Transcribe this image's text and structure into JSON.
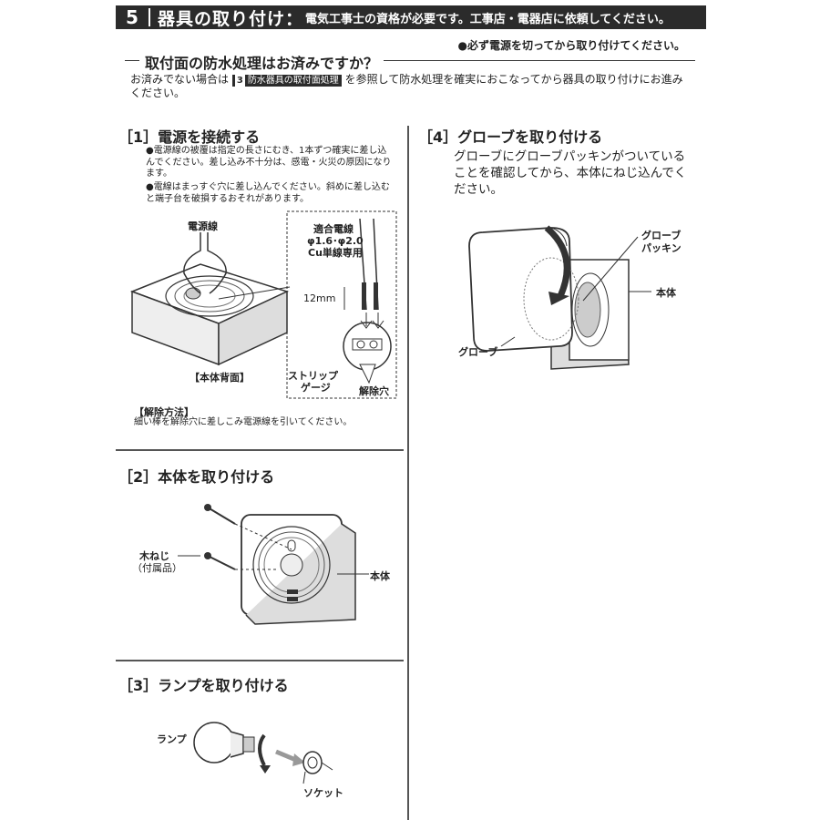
{
  "header": {
    "number": "5",
    "title": "器具の取り付け：",
    "subtitle": "電気工事士の資格が必要です。工事店・電器店に依頼してください。"
  },
  "power_warning": "●必ず電源を切ってから取り付けてください。",
  "waterproof": {
    "question": "取付面の防水処理はお済みですか？",
    "text_before": "お済みでない場合は",
    "ref_number": "3",
    "ref_label": "防水器具の取付面処理",
    "text_after": "を参照して防水処理を確実におこなってから器具の取り付けにお進みください。"
  },
  "step1": {
    "title": "［1］電源を接続する",
    "notes": [
      "●電源線の被覆は指定の長さにむき、1本ずつ確実に差し込んでください。差し込み不十分は、感電・火災の原因になります。",
      "●電線はまっすぐ穴に差し込んでください。斜めに差し込むと端子台を破損するおそれがあります。"
    ],
    "label_power_wire": "電源線",
    "label_suitable_wire_1": "適合電線",
    "label_suitable_wire_2": "φ1.6･φ2.0",
    "label_suitable_wire_3": "Cu単線専用",
    "label_12mm": "12mm",
    "label_body_back": "【本体背面】",
    "label_strip_gauge_1": "ストリップ",
    "label_strip_gauge_2": "ゲージ",
    "label_release_hole": "解除穴",
    "release_title": "【解除方法】",
    "release_text": "細い棒を解除穴に差しこみ電源線を引いてください。"
  },
  "step2": {
    "title": "［2］本体を取り付ける",
    "label_wood_screw_1": "木ねじ",
    "label_wood_screw_2": "（付属品）",
    "label_body": "本体"
  },
  "step3": {
    "title": "［3］ランプを取り付ける",
    "label_lamp": "ランプ",
    "label_socket": "ソケット"
  },
  "step4": {
    "title": "［4］グローブを取り付ける",
    "text": "グローブにグローブパッキンがついていることを確認してから、本体にねじ込んでください。",
    "label_packing_1": "グローブ",
    "label_packing_2": "パッキン",
    "label_body": "本体",
    "label_globe": "グローブ"
  }
}
